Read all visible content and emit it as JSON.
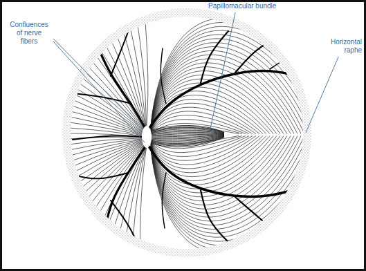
{
  "diagram": {
    "labels": [
      "Confluences of nerve fibers",
      "Papillomacular bundle",
      "Horizontal raphe"
    ]
  }
}
